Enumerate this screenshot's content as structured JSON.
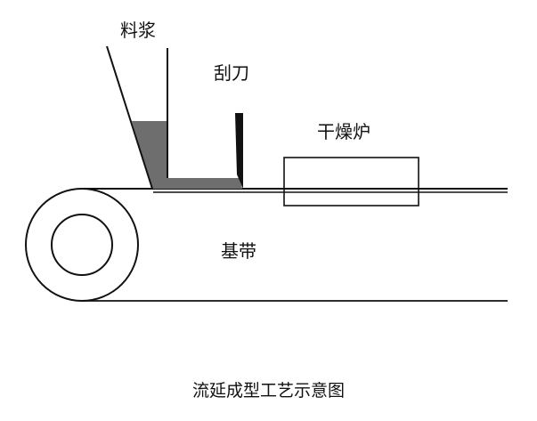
{
  "labels": {
    "slurry": "料浆",
    "doctor_blade": "刮刀",
    "drying_oven": "干燥炉",
    "substrate_belt": "基带"
  },
  "caption": "流延成型工艺示意图",
  "colors": {
    "line": "#111111",
    "slurry_fill": "#6e6e6e",
    "background": "#ffffff"
  }
}
